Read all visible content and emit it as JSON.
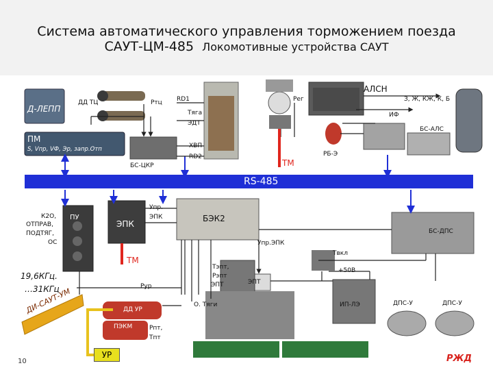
{
  "title": {
    "line1": "Система автоматического управления торможением поезда",
    "line2_main": "САУТ-ЦМ-485",
    "line2_sub": "Локомотивные устройства САУТ"
  },
  "labels": {
    "dd_lepp": "Д-ЛЕПП",
    "dd_tc": "ДД ТЦ",
    "rtc": "Ртц",
    "rd1": "RD1",
    "tyaga": "Тяга",
    "edt": "ЭДТ",
    "rg": "Рег",
    "alsn": "АЛСН",
    "ezh": "З, Ж, КЖ, К, Б",
    "if": "ИФ",
    "bs_als": "БС-АЛС",
    "pm": "ПМ",
    "pm_params": "S, Vпр, VФ, Эр, запр.Отп",
    "hvp": "ХВП",
    "rd2": "RD2",
    "bs_ckr": "БС-ЦКР",
    "tm1": "ТМ",
    "rb_e": "РБ-Э",
    "rs485": "RS-485",
    "k20": "К2О,",
    "otprav": "ОТПРАВ,",
    "podtyag": "ПОДТЯГ,",
    "os": "ОС",
    "pu": "ПУ",
    "epk": "ЭПК",
    "upr_epk": "Упр.",
    "upr_epk2": "ЭПК",
    "bek2": "БЭК2",
    "upr_epk_b": "Упр.ЭПК",
    "bs_dps": "БС-ДПС",
    "tvkl": "Твкл",
    "tm2": "ТМ",
    "freq1": "19,6КГц.",
    "freq2": "…31КГц",
    "ant": "ДИ-САУТ-УМ",
    "rur": "Рур",
    "tept": "Тэпт,",
    "pept": "Рэпт",
    "ept": "ЭПТ",
    "ept_box": "ЭПТ",
    "plus50": "+50В",
    "dd_ur": "ДД УР",
    "pekm": "ПЭКМ",
    "ppt": "Рпт,",
    "tpt": "Тпт",
    "o_tyagi": "О. Тяги",
    "ip_le": "ИП-ЛЭ",
    "dps1": "ДПС-У",
    "dps2": "ДПС-У",
    "ur": "УР",
    "page": "10",
    "logo": "РЖД"
  },
  "colors": {
    "bus": "#1f2fd6",
    "arrow_blue": "#1f2fd6",
    "line_red": "#e0261e",
    "line_yellow": "#e8c21e"
  }
}
